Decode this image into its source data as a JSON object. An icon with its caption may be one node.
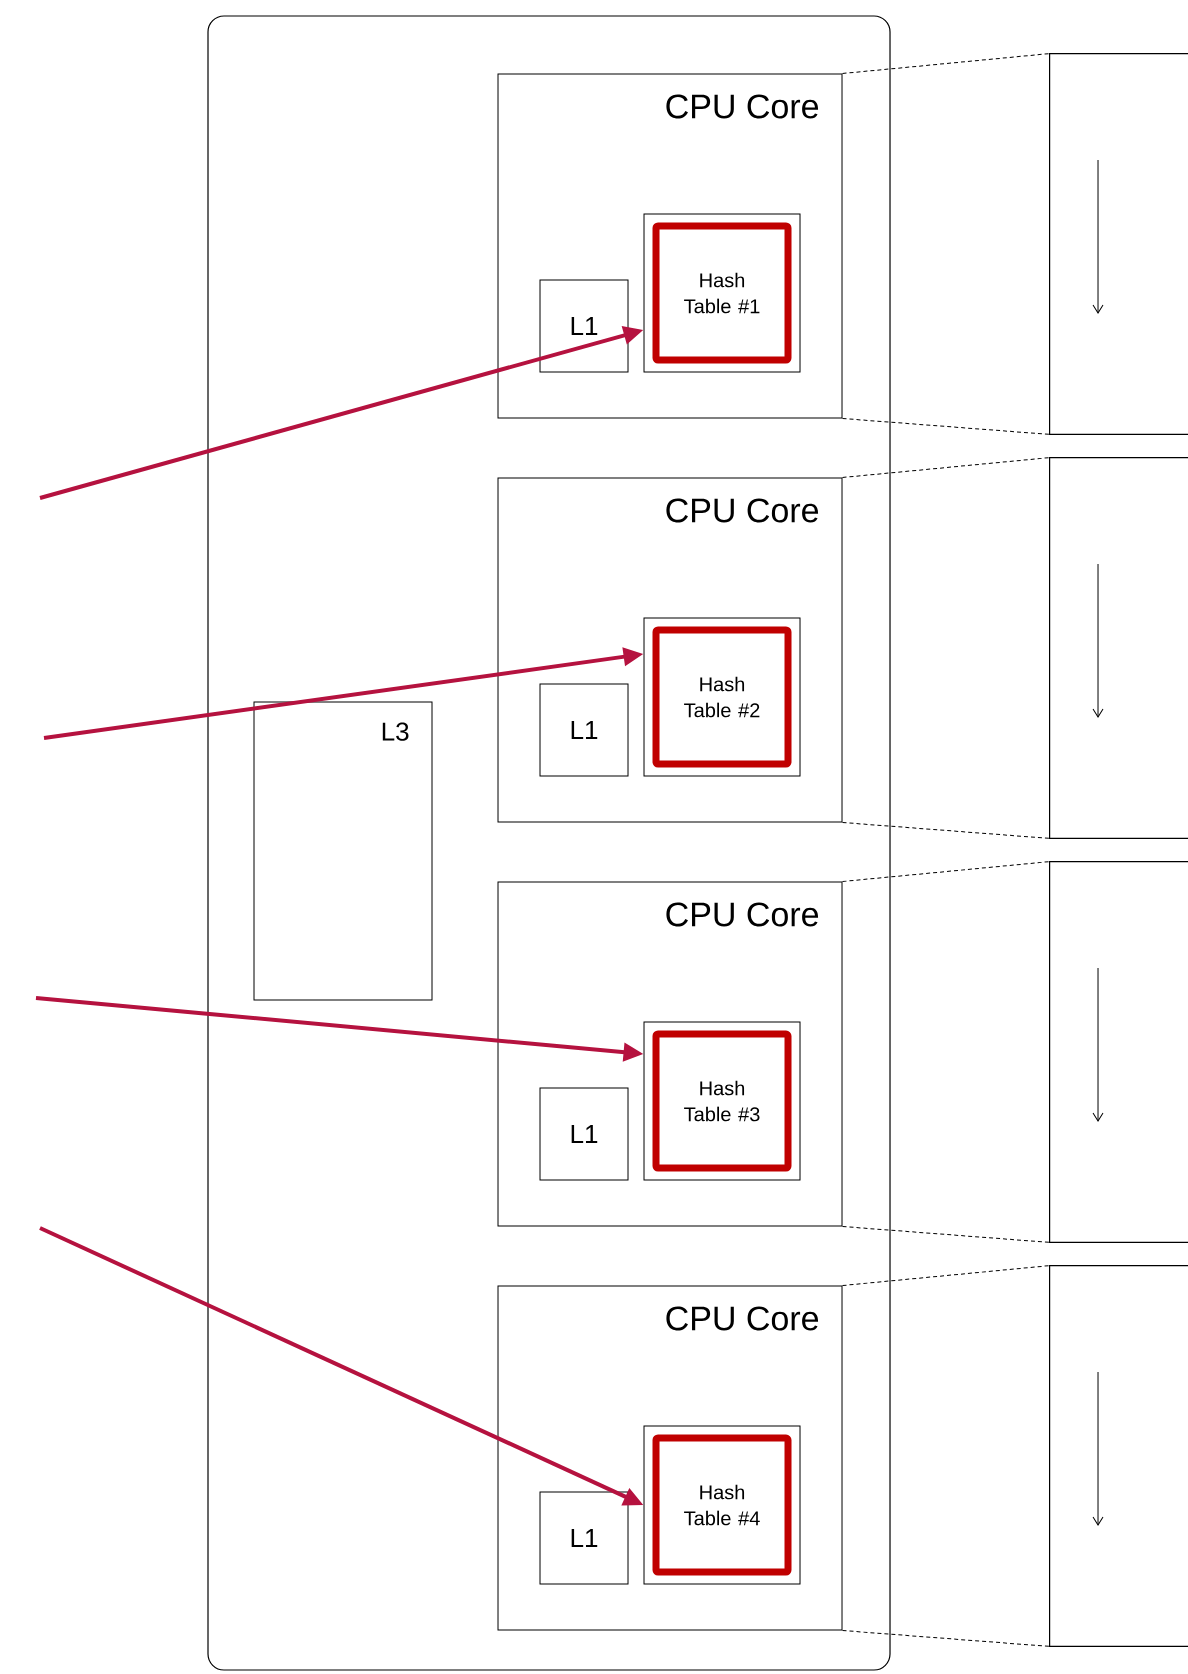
{
  "diagram": {
    "nodes": [
      {
        "text": [],
        "shape": "box"
      },
      {
        "text": [
          "CPU Core"
        ],
        "in": 0
      },
      {
        "text": [
          "L1"
        ],
        "in": 1
      },
      {
        "text": [
          "Hash Table #1"
        ],
        "in": 1
      },
      {
        "text": [
          "CPU Core"
        ],
        "in": 0
      },
      {
        "text": [
          "L1"
        ],
        "in": 4
      },
      {
        "text": [
          "Hash Table #2"
        ],
        "in": 4
      },
      {
        "text": [
          "L3"
        ],
        "in": 0
      },
      {
        "text": [
          "CPU Core"
        ],
        "in": 0
      },
      {
        "text": [
          "L1"
        ],
        "in": 8
      },
      {
        "text": [
          "Hash Table #3"
        ],
        "in": 8
      },
      {
        "text": [
          "CPU Core"
        ],
        "in": 0
      },
      {
        "text": [
          "L1"
        ],
        "in": 11
      },
      {
        "text": [
          "Hash Table #4"
        ],
        "in": 11
      },
      {
        "text": [],
        "shape": "box"
      },
      {
        "text": [],
        "shape": "box"
      },
      {
        "text": [],
        "shape": "box"
      },
      {
        "text": [],
        "shape": "box"
      }
    ],
    "edges": [
      {
        "from": 1,
        "to": 14,
        "arrow": "none",
        "style": "dashed"
      },
      {
        "from": 1,
        "to": 14,
        "arrow": "none",
        "style": "dashed"
      },
      {
        "from": 4,
        "to": 15,
        "arrow": "none",
        "style": "dashed"
      },
      {
        "from": 4,
        "to": 15,
        "arrow": "none",
        "style": "dashed"
      },
      {
        "from": 8,
        "to": 16,
        "arrow": "none",
        "style": "dashed"
      },
      {
        "from": 8,
        "to": 16,
        "arrow": "none",
        "style": "dashed"
      },
      {
        "from": 11,
        "to": 17,
        "arrow": "none",
        "style": "dashed"
      },
      {
        "from": 11,
        "to": 17,
        "arrow": "none",
        "style": "dashed"
      },
      {
        "from": null,
        "to": 3,
        "arrow": "to",
        "style": "thick",
        "color": "#b5123f"
      },
      {
        "from": null,
        "to": 6,
        "arrow": "to",
        "style": "thick",
        "color": "#b5123f"
      },
      {
        "from": null,
        "to": 10,
        "arrow": "to",
        "style": "thick",
        "color": "#b5123f"
      },
      {
        "from": null,
        "to": 13,
        "arrow": "to",
        "style": "thick",
        "color": "#b5123f"
      }
    ]
  }
}
